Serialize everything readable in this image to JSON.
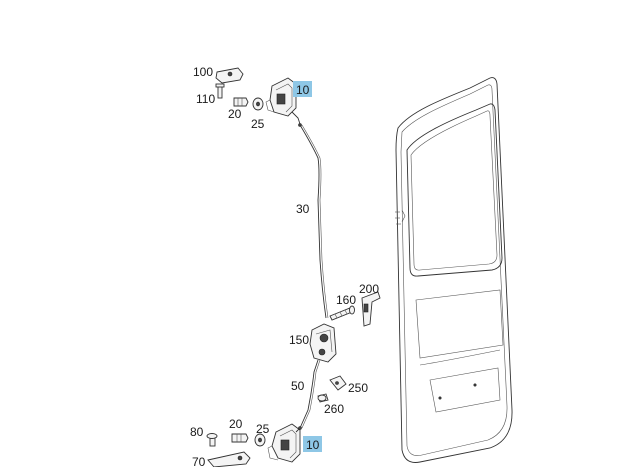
{
  "diagram": {
    "callouts": {
      "c100": "100",
      "c110": "110",
      "c20_top": "20",
      "c25_top": "25",
      "c10_top": "10",
      "c30": "30",
      "c200": "200",
      "c160": "160",
      "c150": "150",
      "c50": "50",
      "c250": "250",
      "c260": "260",
      "c80": "80",
      "c20_bottom": "20",
      "c25_bottom": "25",
      "c10_bottom": "10",
      "c70": "70"
    },
    "highlight_color": "#8ec7e6"
  }
}
